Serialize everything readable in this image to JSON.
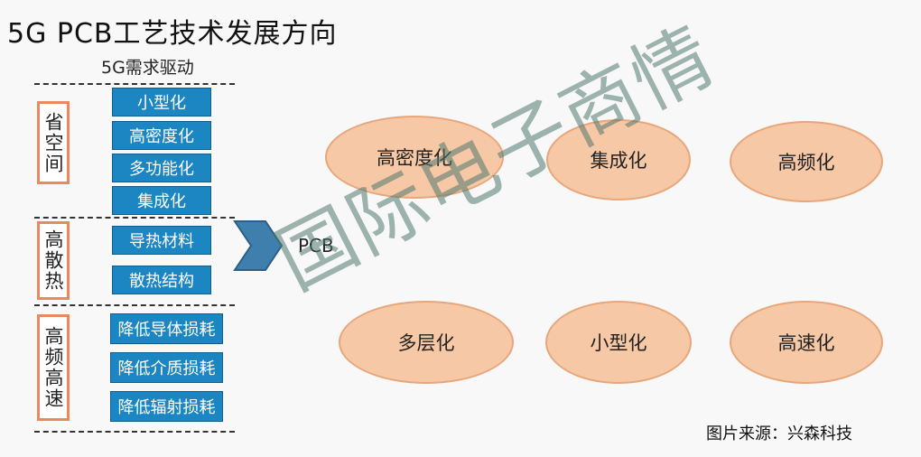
{
  "title": "5G PCB工艺技术发展方向",
  "subtitle": "5G需求驱动",
  "categories": [
    {
      "label": "省空间",
      "requirements": [
        "小型化",
        "高密度化",
        "多功能化",
        "集成化"
      ]
    },
    {
      "label": "高散热",
      "requirements": [
        "导热材料",
        "散热结构"
      ]
    },
    {
      "label": "高频高速",
      "requirements": [
        "降低导体损耗",
        "降低介质损耗",
        "降低辐射损耗"
      ]
    }
  ],
  "target": "PCB",
  "directions": [
    "高密度化",
    "集成化",
    "高频化",
    "多层化",
    "小型化",
    "高速化"
  ],
  "watermark": "国际电子商情",
  "source": "图片来源：兴森科技",
  "colors": {
    "requirement_fill": "#1b86c2",
    "category_border": "#e8895e",
    "ellipse_fill": "#f6c8a6",
    "arrow": "#3f7fae"
  }
}
